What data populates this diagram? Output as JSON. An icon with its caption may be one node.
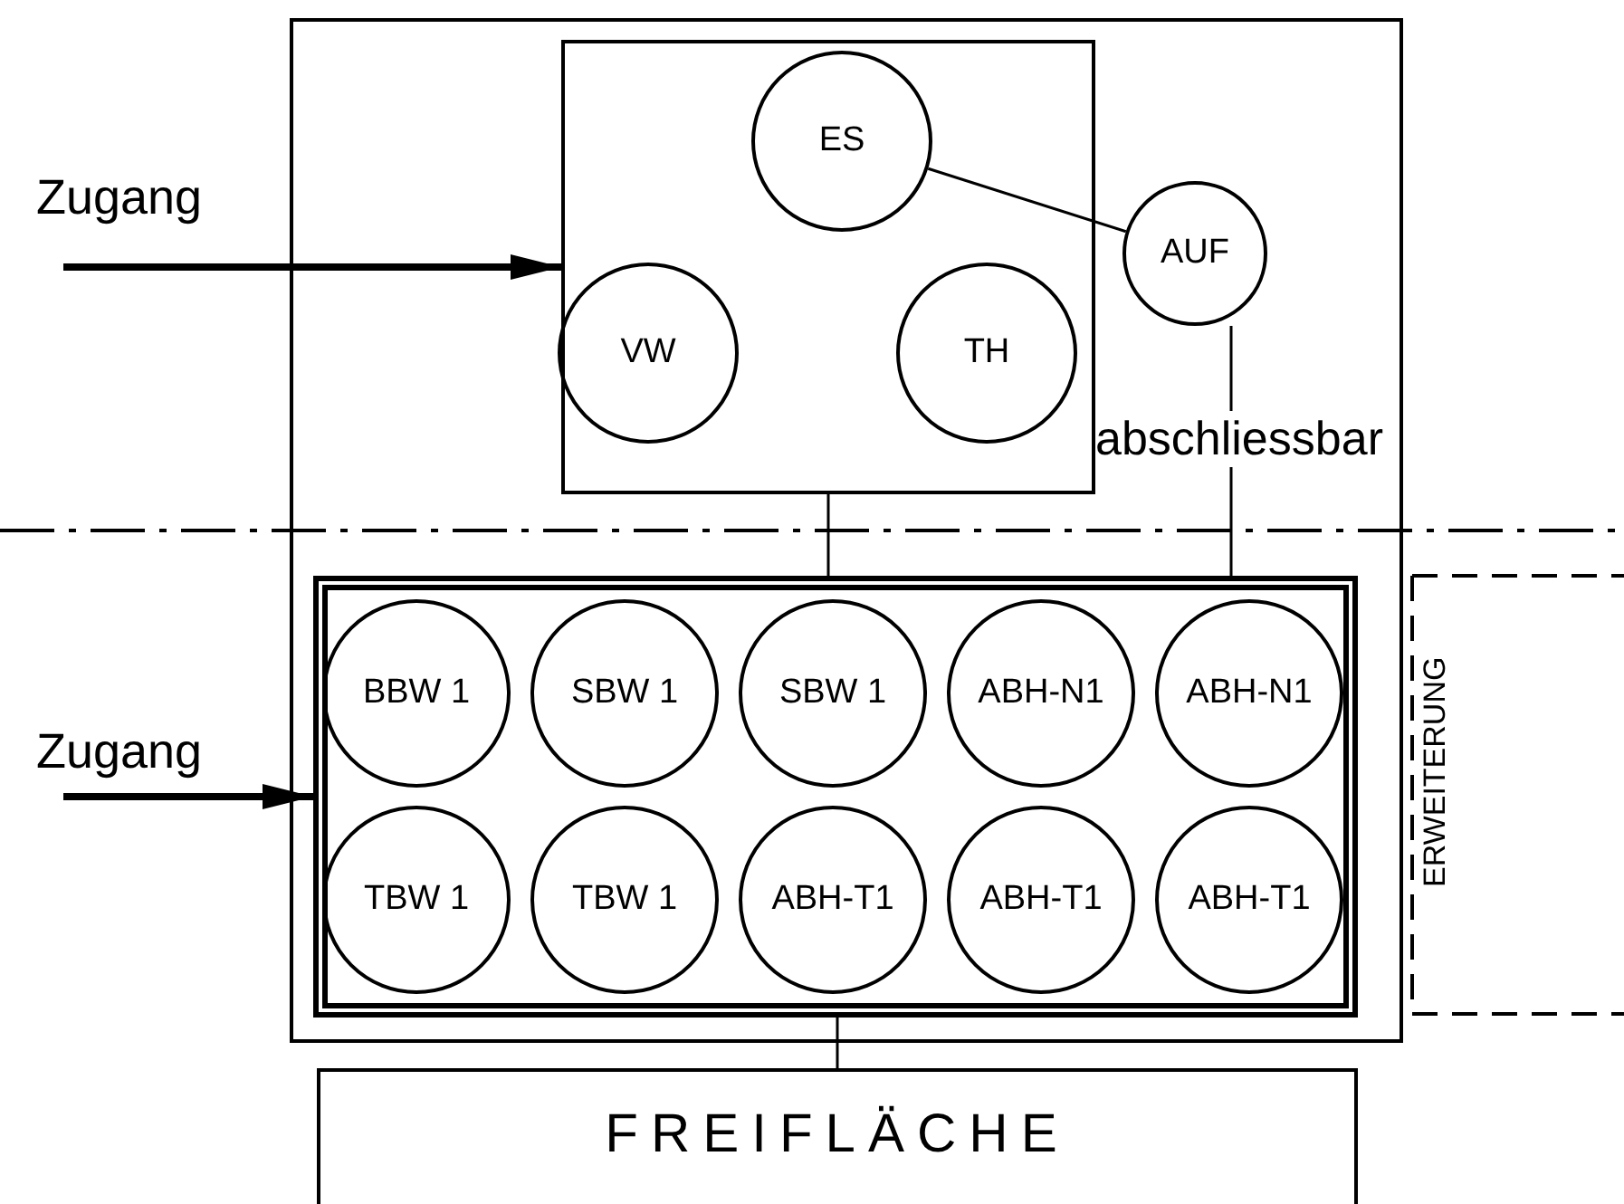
{
  "diagram": {
    "nodes": [
      {
        "text": [],
        "shape": "box"
      },
      {
        "text": [],
        "shape": "box",
        "in": 0
      },
      {
        "text": [
          "ES"
        ],
        "in": 1
      },
      {
        "text": [
          "VW"
        ],
        "in": 1
      },
      {
        "text": [
          "TH"
        ],
        "in": 1
      },
      {
        "text": [
          "AUF"
        ],
        "in": 0
      },
      {
        "text": [],
        "shape": "box",
        "in": 0
      },
      {
        "text": [
          "BBW 1"
        ],
        "in": 6
      },
      {
        "text": [
          "SBW 1"
        ],
        "in": 6
      },
      {
        "text": [
          "SBW 1"
        ],
        "in": 6
      },
      {
        "text": [
          "ABH-N1"
        ],
        "in": 6
      },
      {
        "text": [
          "ABH-N1"
        ],
        "in": 6
      },
      {
        "text": [
          "TBW 1"
        ],
        "in": 6
      },
      {
        "text": [
          "TBW 1"
        ],
        "in": 6
      },
      {
        "text": [
          "ABH-T1"
        ],
        "in": 6
      },
      {
        "text": [
          "ABH-T1"
        ],
        "in": 6
      },
      {
        "text": [
          "ABH-T1"
        ],
        "in": 6
      },
      {
        "text": [
          "FREIFLÄCHE"
        ]
      }
    ],
    "edges": [
      {
        "from": 2,
        "to": 5,
        "arrow": "none"
      },
      {
        "from": 1,
        "to": 6,
        "arrow": "none"
      },
      {
        "from": 5,
        "to": 6,
        "arrow": "none",
        "label": "abschliessbar"
      },
      {
        "from": 6,
        "to": 17,
        "arrow": "none"
      },
      {
        "from": null,
        "to": 1,
        "arrow": "to",
        "style": "thick"
      },
      {
        "from": null,
        "to": 6,
        "arrow": "to",
        "style": "thick"
      }
    ],
    "labels": [
      "Zugang",
      "Zugang",
      "ERWEITERUNG"
    ]
  }
}
